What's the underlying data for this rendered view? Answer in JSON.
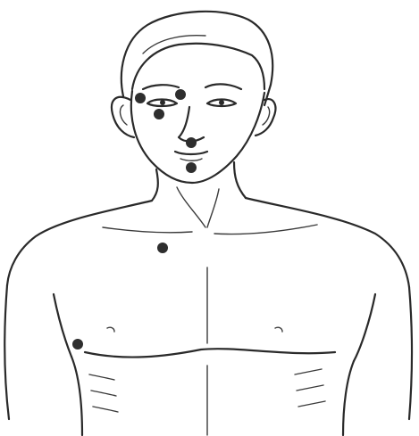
{
  "figure": {
    "subject": "front-view-male-upper-body-line-drawing",
    "line_color": "#2a2a2a",
    "marker_color": "#2e2e2e",
    "background_color": "#ffffff",
    "markers": [
      {
        "name": "marker-right-eye-inner"
      },
      {
        "name": "marker-between-brows"
      },
      {
        "name": "marker-under-right-eye"
      },
      {
        "name": "marker-upper-lip"
      },
      {
        "name": "marker-chin"
      },
      {
        "name": "marker-sternum"
      },
      {
        "name": "marker-right-chest-side"
      }
    ]
  }
}
